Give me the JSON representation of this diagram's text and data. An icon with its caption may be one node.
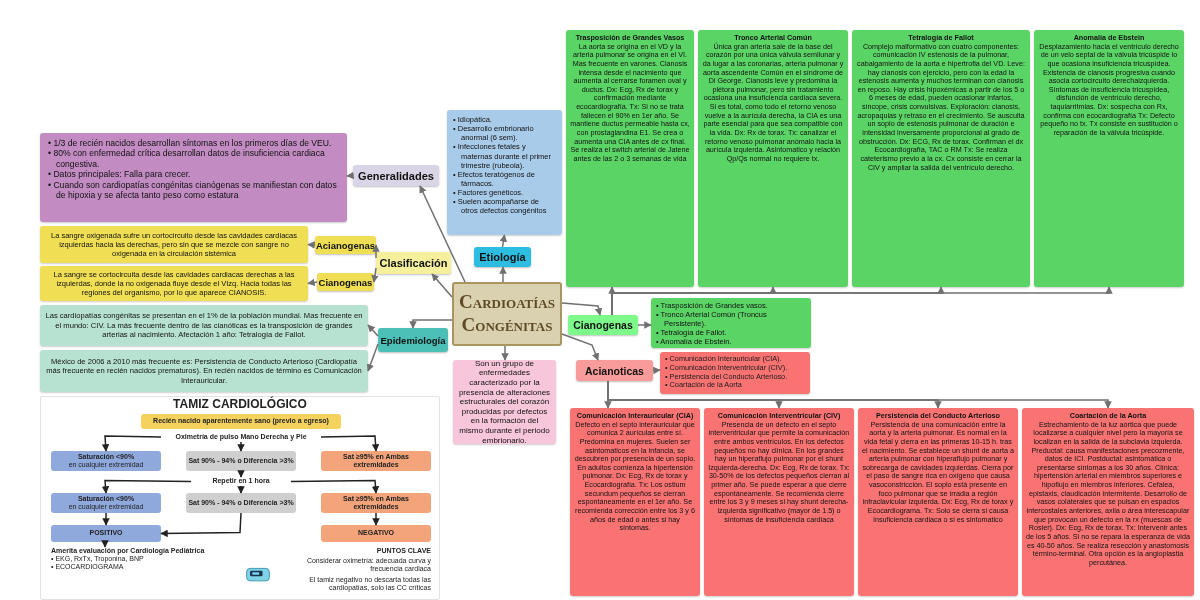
{
  "diagram": {
    "nodes": [
      {
        "text": [
          "Cardioatías Congénitas"
        ]
      },
      {
        "text": [
          "Generalidades"
        ]
      },
      {
        "text": [
          "• 1/3 de recién nacidos desarrollan síntomas en los primeros días de VEU.",
          "• 80% con enfermedad crítica desarrollan datos de insuficiencia cardiaca congestiva.",
          "• Datos principales: Falla para crecer.",
          "• Cuando son cardiopatías congénitas cianógenas se manifiestan con datos de hipoxia y se afecta tanto peso como estatura"
        ]
      },
      {
        "text": [
          "Clasificación"
        ]
      },
      {
        "text": [
          "Acianogenas"
        ]
      },
      {
        "text": [
          "La sangre oxigenada sufre un cortocircuito desde las cavidades cardiacas izquierdas hacia las derechas, pero sin que se mezcle con sangre no oxigenada en la circulación sistémica"
        ]
      },
      {
        "text": [
          "Cianogenas"
        ]
      },
      {
        "text": [
          "La sangre se cortocircuita desde las cavidades cardiacas derechas a las izquierdas, donde la no oxigenada fluye desde el VIzq. Hacia todas las regiones del organismo, por lo que aparece CIANOSIS."
        ]
      },
      {
        "text": [
          "Epidemiología"
        ]
      },
      {
        "text": [
          "Las cardiopatías congénitas se presentan en el 1% de la población mundial. Mas frecuente en el mundo: CIV. La más frecuente dentro de las cianóticas es la transposición de grandes arterias al nacimiento. Afectación 1 año: Tetralogía de Fallot."
        ]
      },
      {
        "text": [
          "México de 2006 a 2010 más frecuente es: Persistencia de Conducto Arterioso (Cardiopatía más frecuente en recién nacidos prematuros). En recién nacidos de término es Comunicación Interauricular."
        ]
      },
      {
        "text": [
          "Etiología"
        ]
      },
      {
        "text": [
          "• Idiopática.",
          "• Desarrollo embrionario anormal (6 sem).",
          "• Infecciones fetales y maternas durante el primer trimestre (rubeola).",
          "• Efectos teratógenos de fármacos.",
          "• Factores genéticos.",
          "• Suelen acompañarse de otros defectos congénitos"
        ]
      },
      {
        "text": [
          "Son un grupo de enfermedades caracterizado por la presencia de alteraciones estructurales del corazón producidas por defectos en la formación del mismo durante el periodo embrionario."
        ]
      },
      {
        "text": [
          "Cianogenas"
        ]
      },
      {
        "text": [
          "• Trasposición de Grandes vasos.",
          "• Tronco Arterial Común (Troncus Persistente).",
          "• Tetralogía de Fallot.",
          "• Anomalía de Ebstein."
        ]
      },
      {
        "text": [
          "Trasposición de Grandes Vasos",
          "La aorta se origina en el VD y la arteria pulmonar se origina en el VI. Mas frecuente en varones. Cianosis intensa desde el nacimiento que aumenta al cerrarse foramen oval y ductus. Dx: Ecg, Rx de torax y confirmación mediante ecocardiografía. Tx: Si no se trata fallecen el 90% en 1er año. Se mantiene ductus permeable hasta cx, con prostaglandina E1. Se crea o aumenta una CIA antes de cx final. Se realiza el switch arterial de Jatene antes de las 2 o 3 semanas de vida"
        ]
      },
      {
        "text": [
          "Tronco Arterial Común",
          "Única gran arteria sale de la base del corazón por una única válvula semilunar y da lugar a las coronarias, arteria pulmonar y aorta ascendente Común en el síndrome de Di George. Cianosis leve y predomina la plétora pulmonar, pero sin tratamiento ocasiona una insuficiencia cardiaca severa. Si es total, como todo el retorno venoso vuelve a la aurícula derecha, la CIA es una parte esencial para que sea compatible con la vida. Dx: Rx de torax. Tx: canalizar el retorno venoso pulmonar anómalo hacia la aurícula izquierda. Asintomatico y relación Qp/Qs normal no requiere tx."
        ]
      },
      {
        "text": [
          "Tetralogía de Fallot",
          "Complejo malformativo con cuatro componentes: comunicación IV estenosis de la pulmonar, cabalgamiento de la aorta e hipertrofia del VD. Leve: hay cianosis con ejercicio, pero con la edad la estenosis aumenta y muchos terminan con cianosis en reposo. Hay crisis hipoxémicas a partir de los 5 o 6 meses de edad, pueden ocasionar infartos, síncope, crisis convulsivas. Exploración: cianosis, acropaquias y retraso en el crecimiento. Se ausculta un soplo de estenosis pulmonar de duración e intensidad inversamente proporcional al grado de obstrucción. Dx: ECG, Rx de torax. Confirman el dx Ecocardiografía, TAC o RM Tx: Se realiza cateterismo previo a la cx. Cx consiste en cerrar la CIV y ampliar la salida del ventrículo derecho."
        ]
      },
      {
        "text": [
          "Anomalía de Ebstein",
          "Desplazamiento hacia el ventrículo derecho de un velo septal de la válvula tricúspide lo que ocasiona insuficiencia tricuspídea. Existencia de cianosis progresiva cuando asocia cortocircuito derechaizquierda. Síntomas de insuficiencia tricuspídea, disfunción de ventrículo derecho, taquiarritmias. Dx: sospecha con Rx, confirma con ecocardiografía Tx: Defecto pequeño no tx. Tx consiste en sustitución o reparación de la válvula tricúspide."
        ]
      },
      {
        "text": [
          "Acianoticas"
        ]
      },
      {
        "text": [
          "• Comunicación Interauricular (CIA).",
          "• Comunicación Interventricular (CIV).",
          "• Persistencia del Conducto Arterioso.",
          "• Coartación de la Aorta"
        ]
      },
      {
        "text": [
          "Comunicación Interauricular (CIA)",
          "Defecto en el septo interauricular que comunica 2 aurículas entre sí. Predomina en mujeres. Suelen ser asintomaticos en la infancia, se descubren por presencia de un soplo. En adultos comienza la hipertensión pulmonar. Dx: Ecg, Rx de torax y Ecocardiografía. Tx: Los ostium secundum pequeños se cierran espontáneamente en el 1er año. Se recomienda corrección entre los 3 y 6 años de edad o antes si hay síntomas."
        ]
      },
      {
        "text": [
          "Comunicación Interventricular (CIV)",
          "Presencia de un defecto en el septo interventricular que permite la comunicación entre ambos ventrículos. En los defectos pequeños no hay clínica. En los grandes hay un hiperaflujo pulmonar por el shunt Izquierda-derecha. Dx: Ecg, Rx de torax. Tx: 30-50% de los defectos pequeños cierran al primer año. Se puede esperar a que cierre espontáneamente. Se recomienda cierre entre los 3 y 9 meses si hay shunt derecha- izquierda significativo (mayor de 1.5) o síntomas de insuficiencia cardiaca"
        ]
      },
      {
        "text": [
          "Persistencia del Conducto Arterioso",
          "Persistencia de una comunicación entre la aorta y la arteria pulmonar. Es normal en la vida fetal y cierra en las primeras 10-15 h. tras el nacimiento. Se establece un shunt de aorta a arteria pulmonar con hiperaflujo pulmonar y sobrecarga de cavidades izquierdas. Cierra por el paso de sangre rica en oxígeno que causa vasoconstricción. El soplo está presente en foco pulmonar que se irradia a región infraclavicular izquierda. Dx: Ecg, Rx de torax y Ecocardiograma. Tx: Solo se cierra si causa insuficiencia cardiaca o si es sintomatico"
        ]
      },
      {
        "text": [
          "Coartación de la Aorta",
          "Estrechamiento de la luz aórtica que puede localizarse a cualquier nivel pero la mayoría se localizan en la salida de la subclavia izquierda. Preductal: causa manifestaciones precozmente, datos de ICI. Postductal: asintomática o presentarse síntomas a los 30 años. Clínica: hipertensión arterial en miembros superiores e hipoflujo en miembros inferiores. Cefalea, epistaxis, claudicación intermitente. Desarrollo de vasos colaterales que se pulsan en espacios intercostales anteriores, axila o área interescapular que provocan un defecto en la rx (muescas de Rosler). Dx: Ecg, Rx de torax. Tx: Intervenir antes de los 5 años. Si no se repara la esperanza de vida es 40-50 años. Se realiza resección y anastomosis término-terminal. Otra opción es la angioplastia percutánea."
        ]
      },
      {
        "text": [
          "TAMIZ CARDIOLÓGICO"
        ]
      },
      {
        "text": [
          "Recién nacido aparentemente sano (previo a egreso)"
        ],
        "in": 26
      },
      {
        "text": [
          "Oximetría de pulso Mano Derecha y Pie"
        ],
        "in": 26
      },
      {
        "text": [
          "Saturación <90%",
          "en cualquier extremidad"
        ],
        "in": 26
      },
      {
        "text": [
          "Sat 90% - 94% o Diferencia >3%"
        ],
        "in": 26
      },
      {
        "text": [
          "Sat ≥95% en Ambas extremidades"
        ],
        "in": 26
      },
      {
        "text": [
          "Repetir en 1 hora"
        ],
        "in": 26
      },
      {
        "text": [
          "Saturación <90%",
          "en cualquier extremidad"
        ],
        "in": 26
      },
      {
        "text": [
          "Sat 90% - 94% o Diferencia >3%"
        ],
        "in": 26
      },
      {
        "text": [
          "Sat ≥95% en Ambas extremidades"
        ],
        "in": 26
      },
      {
        "text": [
          "POSITIVO"
        ],
        "in": 26
      },
      {
        "text": [
          "NEGATIVO"
        ],
        "in": 26
      },
      {
        "text": [
          "Amerita evaluación por Cardiología Pediátrica",
          "• EKG, RxTx, Troponina, BNP",
          "• ECOCARDIOGRAMA"
        ],
        "in": 26
      }
    ],
    "edges": [
      {
        "from": 0,
        "to": 1,
        "arrow": "to"
      },
      {
        "from": 0,
        "to": 3,
        "arrow": "to"
      },
      {
        "from": 0,
        "to": 8,
        "arrow": "to"
      },
      {
        "from": 0,
        "to": 11,
        "arrow": "to"
      },
      {
        "from": 0,
        "to": 13,
        "arrow": "to"
      },
      {
        "from": 0,
        "to": 14,
        "arrow": "to"
      },
      {
        "from": 0,
        "to": 20,
        "arrow": "to"
      },
      {
        "from": 1,
        "to": 2,
        "arrow": "to"
      },
      {
        "from": 3,
        "to": 4,
        "arrow": "to"
      },
      {
        "from": 3,
        "to": 6,
        "arrow": "to"
      },
      {
        "from": 4,
        "to": 5,
        "arrow": "to"
      },
      {
        "from": 6,
        "to": 7,
        "arrow": "to"
      },
      {
        "from": 8,
        "to": 9,
        "arrow": "to"
      },
      {
        "from": 8,
        "to": 10,
        "arrow": "to"
      },
      {
        "from": 11,
        "to": 12,
        "arrow": "to"
      },
      {
        "from": 14,
        "to": 15,
        "arrow": "to"
      },
      {
        "from": 14,
        "to": 16,
        "arrow": "to"
      },
      {
        "from": 14,
        "to": 17,
        "arrow": "to"
      },
      {
        "from": 14,
        "to": 18,
        "arrow": "to"
      },
      {
        "from": 14,
        "to": 19,
        "arrow": "to"
      },
      {
        "from": 20,
        "to": 21,
        "arrow": "to"
      },
      {
        "from": 20,
        "to": 22,
        "arrow": "to"
      },
      {
        "from": 20,
        "to": 23,
        "arrow": "to"
      },
      {
        "from": 20,
        "to": 24,
        "arrow": "to"
      },
      {
        "from": 20,
        "to": 25,
        "arrow": "to"
      },
      {
        "from": 28,
        "to": 29,
        "arrow": "to",
        "color": "#222222"
      },
      {
        "from": 28,
        "to": 30,
        "arrow": "to",
        "color": "#222222"
      },
      {
        "from": 28,
        "to": 31,
        "arrow": "to",
        "color": "#222222"
      },
      {
        "from": 30,
        "to": 32,
        "arrow": "to",
        "color": "#222222"
      },
      {
        "from": 32,
        "to": 33,
        "arrow": "to",
        "color": "#222222"
      },
      {
        "from": 32,
        "to": 34,
        "arrow": "to",
        "color": "#222222"
      },
      {
        "from": 32,
        "to": 35,
        "arrow": "to",
        "color": "#222222"
      },
      {
        "from": 33,
        "to": 36,
        "arrow": "to",
        "color": "#222222"
      },
      {
        "from": 34,
        "to": 36,
        "arrow": "to",
        "color": "#222222"
      },
      {
        "from": 35,
        "to": 37,
        "arrow": "to",
        "color": "#222222"
      },
      {
        "from": 36,
        "to": 38,
        "arrow": "to",
        "color": "#222222"
      }
    ],
    "labels": [
      "PUNTOS CLAVE",
      "Considerar oximetría: adecuada curva y frecuencia cardiaca",
      "El tamiz negativo no descarta todas las cardiopatías, solo las CC críticas"
    ]
  }
}
